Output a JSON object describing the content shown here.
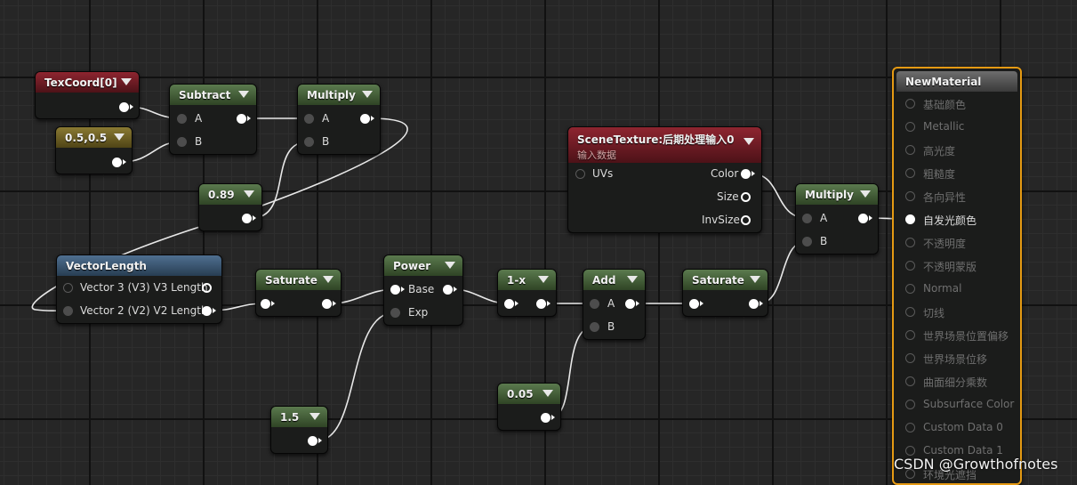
{
  "nodes": {
    "texcoord": {
      "title": "TexCoord[0]"
    },
    "const_05": {
      "title": "0.5,0.5"
    },
    "subtract": {
      "title": "Subtract",
      "in_a": "A",
      "in_b": "B"
    },
    "multiply1": {
      "title": "Multiply",
      "in_a": "A",
      "in_b": "B"
    },
    "const_089": {
      "title": "0.89"
    },
    "vectorlength": {
      "title": "VectorLength",
      "in_1": "Vector 3 (V3) V3 Length",
      "in_2": "Vector 2 (V2) V2 Length"
    },
    "saturate1": {
      "title": "Saturate"
    },
    "power": {
      "title": "Power",
      "in_base": "Base",
      "in_exp": "Exp"
    },
    "const_15": {
      "title": "1.5"
    },
    "oneminus": {
      "title": "1-x"
    },
    "add": {
      "title": "Add",
      "in_a": "A",
      "in_b": "B"
    },
    "const_005": {
      "title": "0.05"
    },
    "saturate2": {
      "title": "Saturate"
    },
    "scenetexture": {
      "title": "SceneTexture:后期处理输入0",
      "subtitle": "输入数据",
      "in_uvs": "UVs",
      "out_color": "Color",
      "out_size": "Size",
      "out_invsize": "InvSize"
    },
    "multiply2": {
      "title": "Multiply",
      "in_a": "A",
      "in_b": "B"
    }
  },
  "material": {
    "title": "NewMaterial",
    "pins": [
      "基础颜色",
      "Metallic",
      "高光度",
      "粗糙度",
      "各向异性",
      "自发光颜色",
      "不透明度",
      "不透明蒙版",
      "Normal",
      "切线",
      "世界场景位置偏移",
      "世界场景位移",
      "曲面细分乘数",
      "Subsurface Color",
      "Custom Data 0",
      "Custom Data 1",
      "环境光遮挡"
    ],
    "active_pin": "自发光颜色"
  },
  "watermark": "CSDN @Growthofnotes",
  "colors": {
    "wire": "#e8e8e8",
    "selection": "#e59a13",
    "red_header": "#8e2530",
    "green_header": "#5b7a4e",
    "olive_header": "#8a7a33",
    "blue_header": "#4f6f90"
  }
}
